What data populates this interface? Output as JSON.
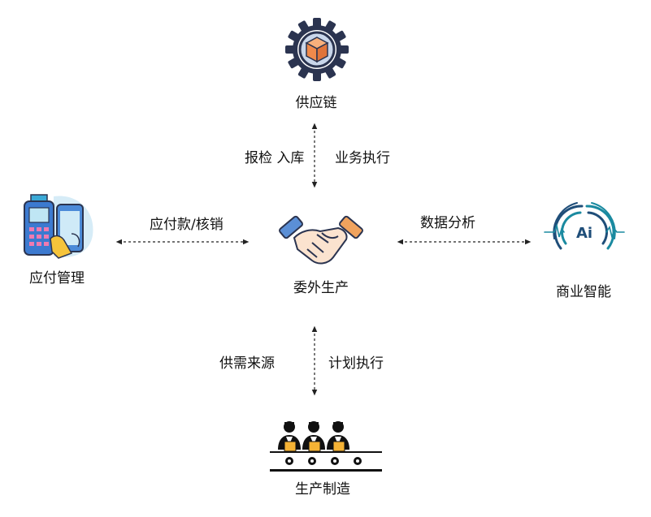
{
  "nodes": {
    "supply_chain": "供应链",
    "payables": "应付管理",
    "outsourcing": "委外生产",
    "bi": "商业智能",
    "manufacturing": "生产制造"
  },
  "edges": {
    "inspection": "报检 入库",
    "business_exec": "业务执行",
    "payables_link": "应付款/核销",
    "data_analysis": "数据分析",
    "supply_demand": "供需来源",
    "plan_exec": "计划执行"
  },
  "icons": {
    "supply_chain": "gear-box-icon",
    "payables": "pos-phone-payment-icon",
    "outsourcing": "handshake-icon",
    "bi": "ai-brain-icon",
    "manufacturing": "assembly-line-workers-icon"
  },
  "icon_text": {
    "ai": "Ai"
  },
  "colors": {
    "gear_dark": "#2b3450",
    "box_orange": "#f08a4b",
    "hand_blue": "#5b8fd6",
    "hand_orange": "#f0a35e",
    "hand_skin": "#fbe3cf",
    "ai_teal": "#1a8aa0",
    "ai_blue": "#1f4e79",
    "worker_yellow": "#f5b335"
  }
}
